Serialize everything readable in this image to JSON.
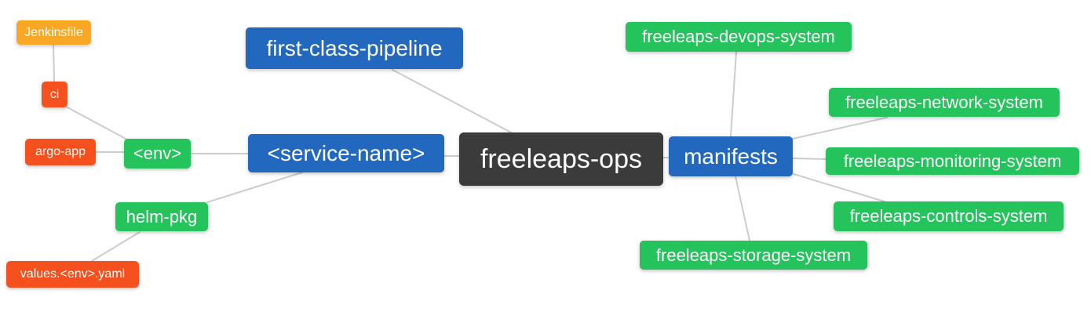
{
  "diagram": {
    "type": "mindmap",
    "background": "#ffffff",
    "palette": {
      "root_node": "#3b3b3b",
      "branch_node": "#2268be",
      "leaf_node": "#25c35c",
      "file_node": "#f4511e",
      "jenkins_node": "#f9a826",
      "edge": "#cccccc",
      "text": "#ffffff"
    },
    "nodes": [
      {
        "id": "jenkinsfile",
        "label": "Jenkinsfile",
        "role": "jenkins"
      },
      {
        "id": "ci",
        "label": "ci",
        "role": "file"
      },
      {
        "id": "argo-app",
        "label": "argo-app",
        "role": "file"
      },
      {
        "id": "env",
        "label": "<env>",
        "role": "leaf"
      },
      {
        "id": "helm-pkg",
        "label": "helm-pkg",
        "role": "leaf"
      },
      {
        "id": "values-env-yaml",
        "label": "values.<env>.yaml",
        "role": "file"
      },
      {
        "id": "first-class-pipeline",
        "label": "first-class-pipeline",
        "role": "branch"
      },
      {
        "id": "service-name",
        "label": "<service-name>",
        "role": "branch"
      },
      {
        "id": "freeleaps-ops",
        "label": "freeleaps-ops",
        "role": "root"
      },
      {
        "id": "manifests",
        "label": "manifests",
        "role": "branch"
      },
      {
        "id": "devops-system",
        "label": "freeleaps-devops-system",
        "role": "leaf"
      },
      {
        "id": "network-system",
        "label": "freeleaps-network-system",
        "role": "leaf"
      },
      {
        "id": "monitoring-system",
        "label": "freeleaps-monitoring-system",
        "role": "leaf"
      },
      {
        "id": "controls-system",
        "label": "freeleaps-controls-system",
        "role": "leaf"
      },
      {
        "id": "storage-system",
        "label": "freeleaps-storage-system",
        "role": "leaf"
      }
    ],
    "edges": [
      {
        "from": "jenkinsfile",
        "to": "ci"
      },
      {
        "from": "ci",
        "to": "env"
      },
      {
        "from": "argo-app",
        "to": "env"
      },
      {
        "from": "env",
        "to": "service-name"
      },
      {
        "from": "helm-pkg",
        "to": "service-name"
      },
      {
        "from": "values-env-yaml",
        "to": "helm-pkg"
      },
      {
        "from": "first-class-pipeline",
        "to": "freeleaps-ops"
      },
      {
        "from": "service-name",
        "to": "freeleaps-ops"
      },
      {
        "from": "freeleaps-ops",
        "to": "manifests"
      },
      {
        "from": "manifests",
        "to": "devops-system"
      },
      {
        "from": "manifests",
        "to": "network-system"
      },
      {
        "from": "manifests",
        "to": "monitoring-system"
      },
      {
        "from": "manifests",
        "to": "controls-system"
      },
      {
        "from": "manifests",
        "to": "storage-system"
      }
    ]
  }
}
